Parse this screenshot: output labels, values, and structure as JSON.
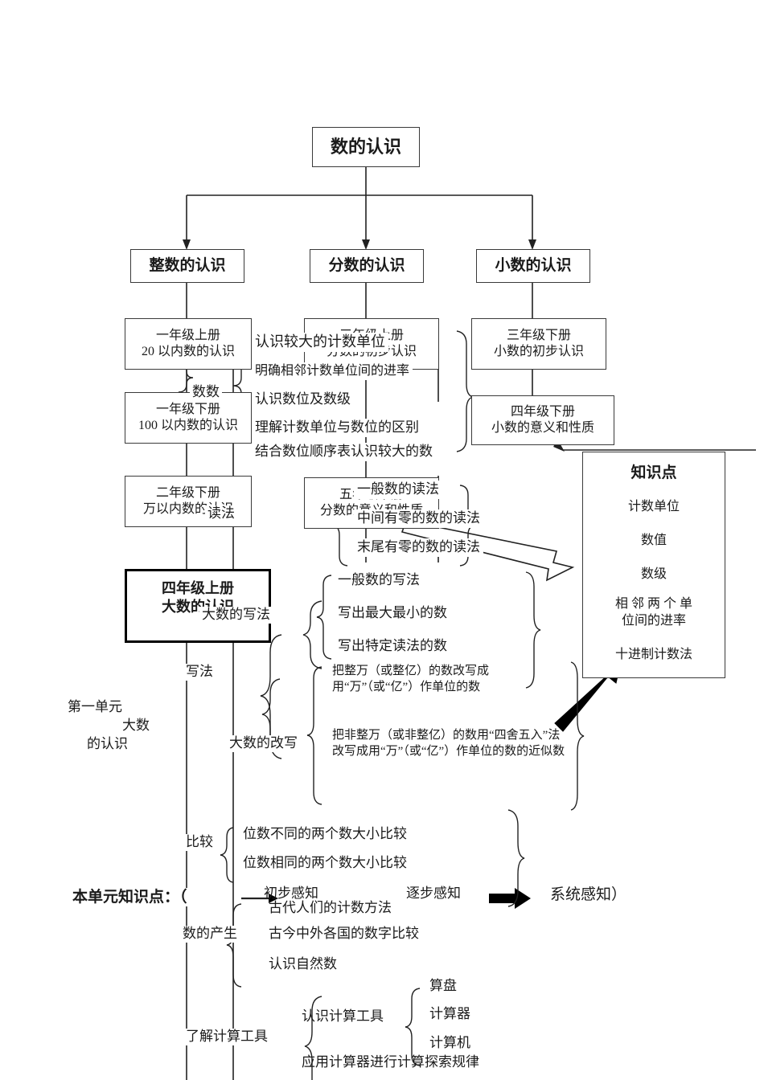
{
  "diagram": {
    "type": "knowledge-map",
    "language": "zh-CN",
    "root": {
      "label": "数的认识"
    },
    "level2": [
      {
        "label": "整数的认识"
      },
      {
        "label": "分数的认识"
      },
      {
        "label": "小数的认识"
      }
    ],
    "integer_branch": [
      {
        "line1": "一年级上册",
        "line2": "20 以内数的认识"
      },
      {
        "line1": "一年级下册",
        "line2": "100 以内数的认识"
      },
      {
        "line1": "二年级下册",
        "line2": "万以内数的认识"
      },
      {
        "line1": "四年级上册",
        "line2": "大数的认识",
        "highlight": true
      }
    ],
    "fraction_branch": [
      {
        "line1": "三年级上册",
        "line2": "分数的初步认识"
      },
      {
        "line1": "五年级下册",
        "line2": "分数的意义和性质"
      }
    ],
    "decimal_branch": [
      {
        "line1": "三年级下册",
        "line2": "小数的初步认识"
      },
      {
        "line1": "四年级下册",
        "line2": "小数的意义和性质"
      }
    ],
    "knowledge_panel": {
      "title": "知识点",
      "items": [
        "计数单位",
        "数值",
        "数级",
        "相 邻 两 个 单\n位间的进率",
        "十进制计数法"
      ]
    },
    "group_counting": {
      "label": "数数",
      "items": [
        "认识较大的计数单位",
        "明确相邻计数单位间的进率",
        "认识数位及数级",
        "理解计数单位与数位的区别",
        "结合数位顺序表认识较大的数"
      ]
    },
    "group_reading": {
      "label": "读法",
      "items": [
        "一般数的读法",
        "中间有零的数的读法",
        "末尾有零的数的读法"
      ]
    },
    "group_writing": {
      "label": "写法",
      "sub_writing": {
        "label": "大数的写法",
        "items": [
          "一般数的写法",
          "写出最大最小的数",
          "写出特定读法的数"
        ]
      },
      "sub_rewriting": {
        "label": "大数的改写",
        "items": [
          "把整万（或整亿）的数改写成用“万”（或“亿”）作单位的数",
          "把非整万（或非整亿）的数用“四舍五入”法改写成用“万”（或“亿”）作单位的数的近似数"
        ]
      }
    },
    "group_compare": {
      "label": "比较",
      "items": [
        "位数不同的两个数大小比较",
        "位数相同的两个数大小比较"
      ]
    },
    "group_origin": {
      "label": "数的产生",
      "items": [
        "古代人们的计数方法",
        "古今中外各国的数字比较",
        "认识自然数"
      ]
    },
    "group_tools": {
      "label": "了解计算工具",
      "sub_know": {
        "label": "认识计算工具",
        "items": [
          "算盘",
          "计算器",
          "计算机"
        ]
      },
      "sub_apply": {
        "label": "应用计算器进行计算探索规律"
      }
    },
    "left_unit_label": {
      "line1": "第一单元",
      "line2": "大数",
      "line3": "的认识"
    },
    "footer": {
      "prefix": "本单元知识点：（",
      "stage1": "初步感知",
      "stage2": "逐步感知",
      "stage3": "系统感知）"
    },
    "colors": {
      "ink": "#1a1a1a",
      "stroke": "#222222",
      "box_border": "#3a3a3a",
      "highlight_border": "#000000",
      "background": "#ffffff"
    }
  }
}
